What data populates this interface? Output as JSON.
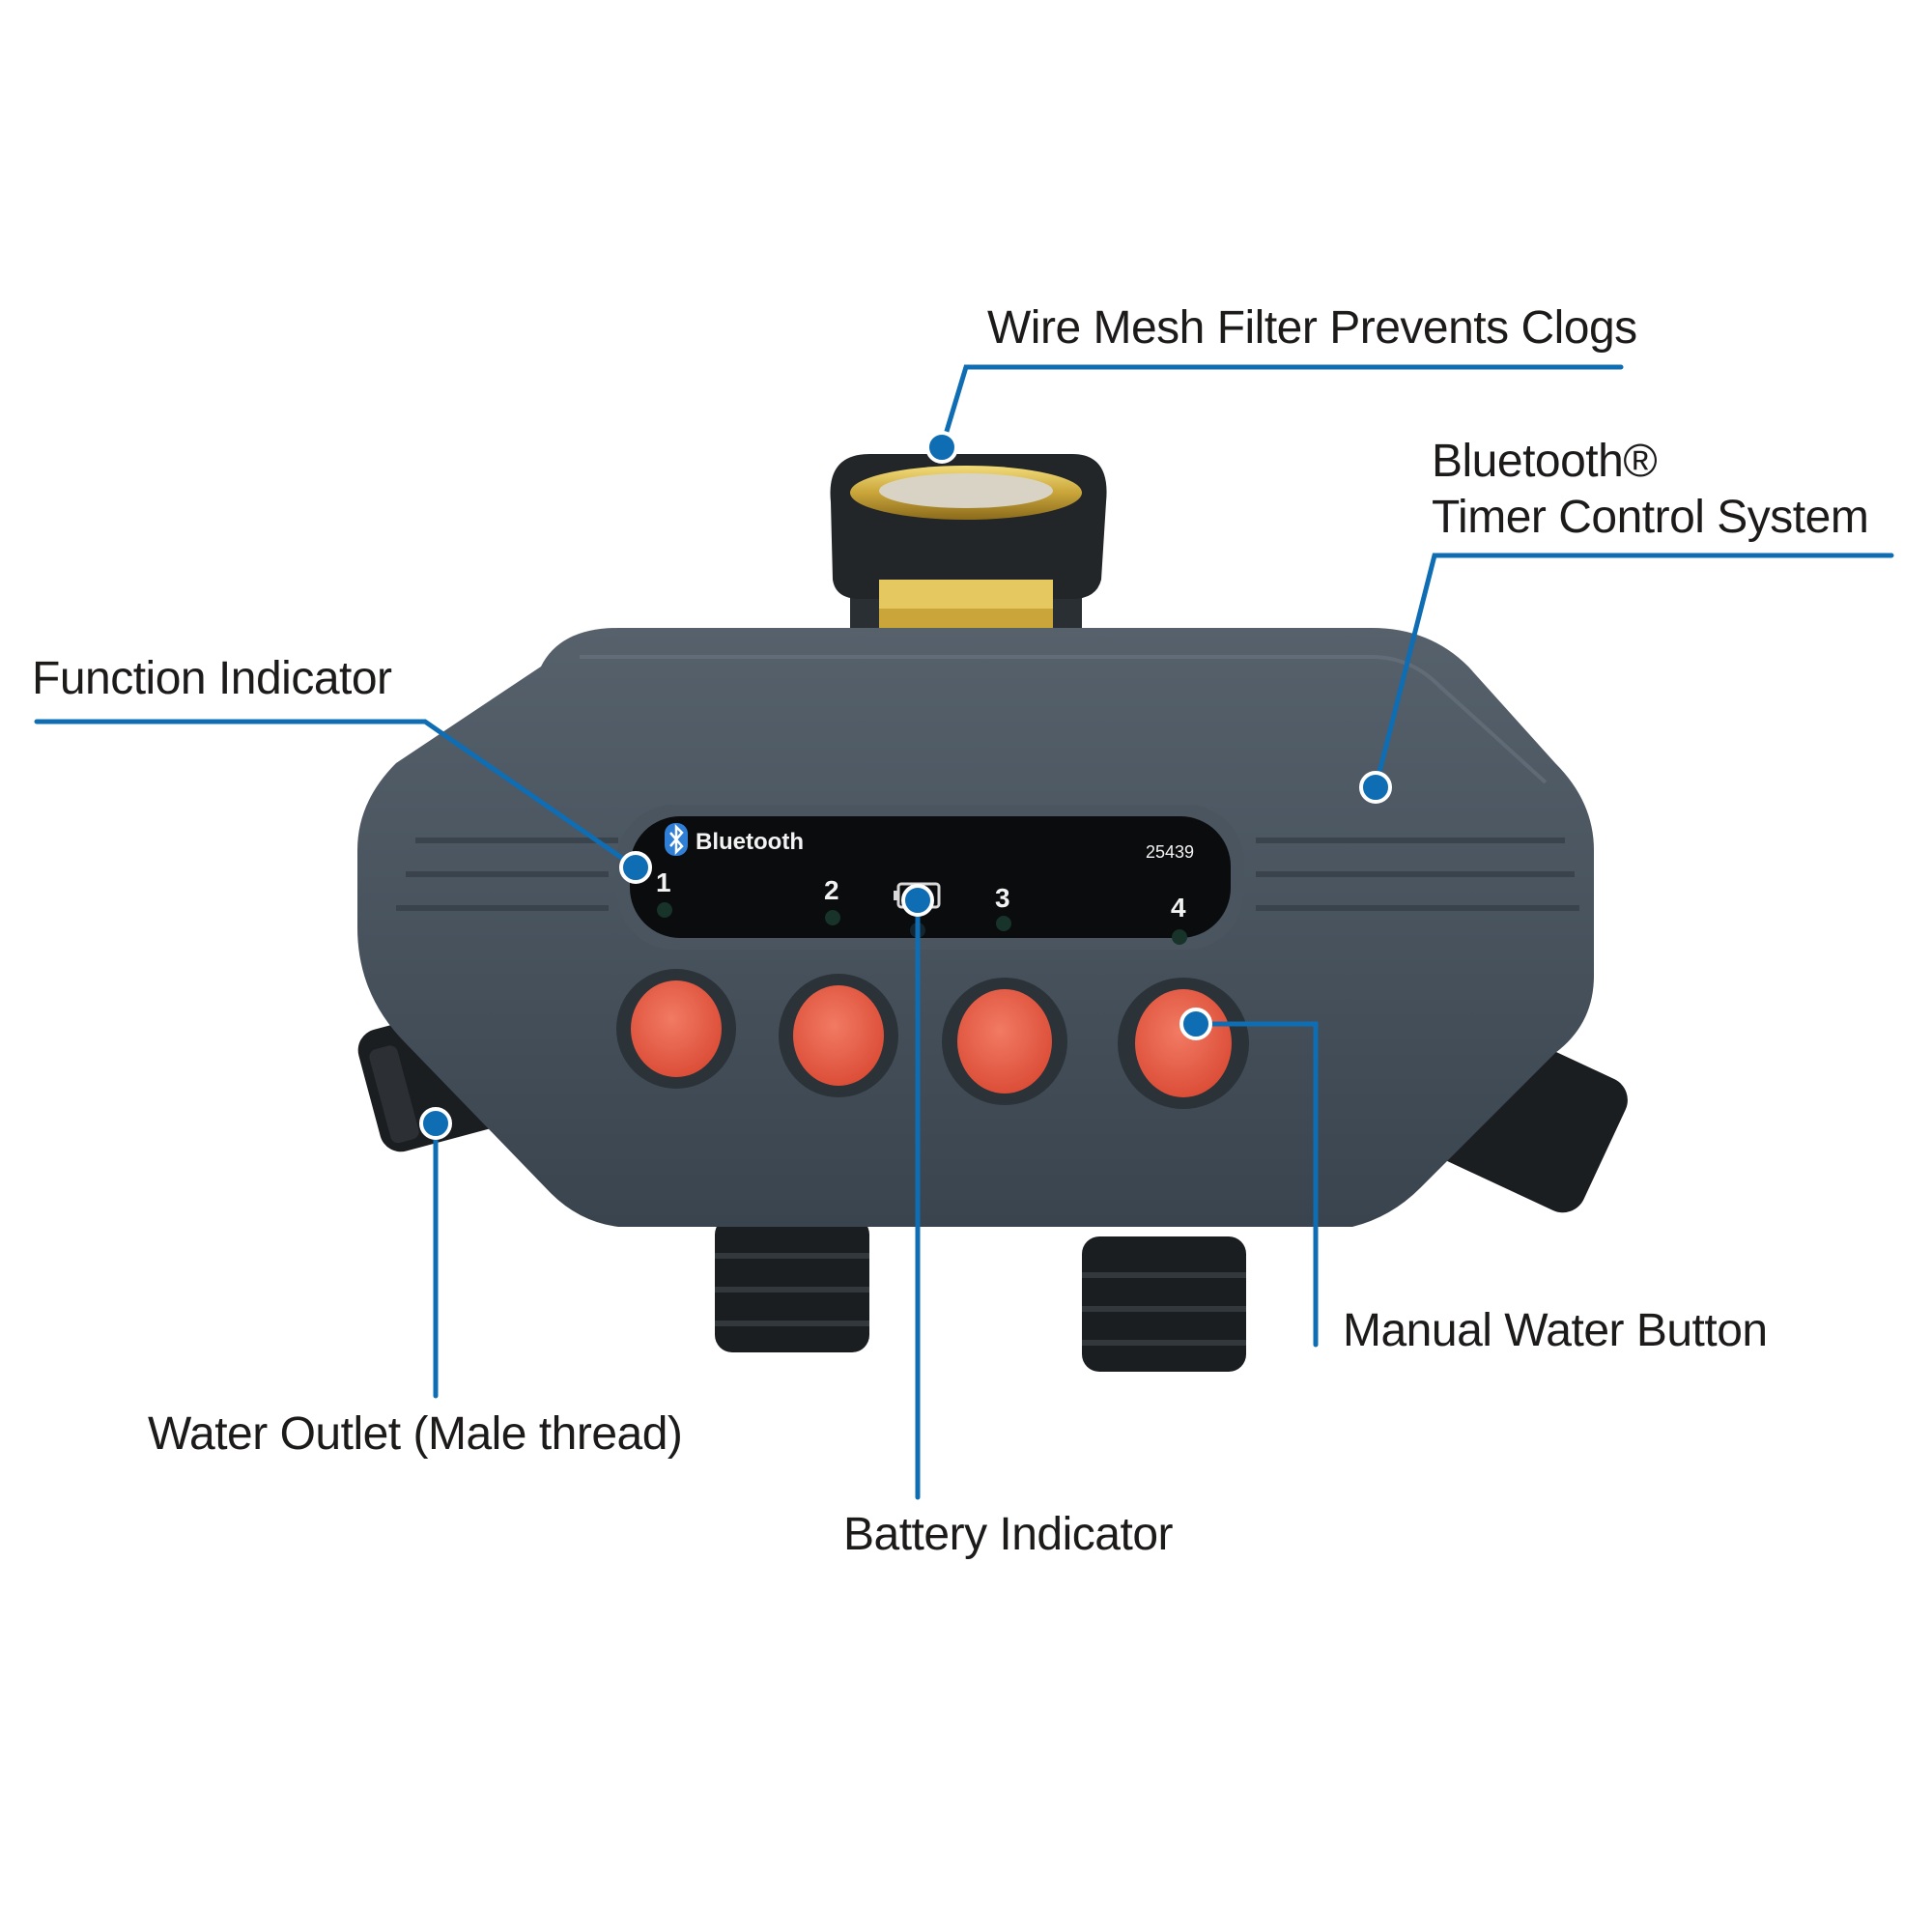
{
  "diagram": {
    "subject": "4-zone Bluetooth water timer",
    "accent_color": "#0f6db3",
    "body_color": "#3f4a55",
    "button_color": "#e9604a"
  },
  "callouts": [
    {
      "id": "filter",
      "label": "Wire Mesh Filter Prevents Clogs"
    },
    {
      "id": "bluetooth",
      "label_line1": "Bluetooth®",
      "label_line2": "Timer Control System"
    },
    {
      "id": "function",
      "label": "Function Indicator"
    },
    {
      "id": "manual",
      "label": "Manual Water Button"
    },
    {
      "id": "outlet",
      "label": "Water Outlet (Male thread)"
    },
    {
      "id": "battery",
      "label": "Battery Indicator"
    }
  ],
  "panel": {
    "brand": "Bluetooth",
    "model": "25439",
    "zones": [
      "1",
      "2",
      "3",
      "4"
    ]
  }
}
